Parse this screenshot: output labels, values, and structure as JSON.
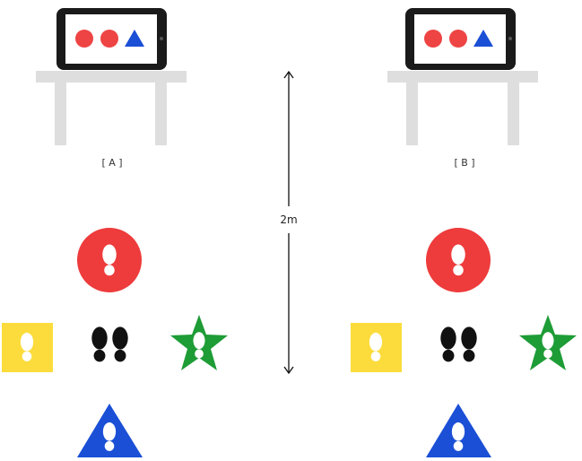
{
  "panels": [
    {
      "label": "[ A ]",
      "tablet_shapes": [
        {
          "shape": "circle",
          "color": "#ee4444"
        },
        {
          "shape": "circle",
          "color": "#ee4444"
        },
        {
          "shape": "triangle",
          "color": "#1a4fd6"
        }
      ],
      "floor_markers": {
        "front": {
          "shape": "circle",
          "color": "#ee3b3b",
          "icon": "footprint-icon"
        },
        "left": {
          "shape": "square",
          "color": "#fbdc3c",
          "icon": "footprint-icon"
        },
        "center": {
          "shape": "feet",
          "color": "#111111",
          "icon": "feet-icon"
        },
        "right": {
          "shape": "star",
          "color": "#1e9c36",
          "icon": "footprint-icon"
        },
        "back": {
          "shape": "triangle",
          "color": "#1a4fd6",
          "icon": "footprint-icon"
        }
      }
    },
    {
      "label": "[ B ]",
      "tablet_shapes": [
        {
          "shape": "circle",
          "color": "#ee4444"
        },
        {
          "shape": "circle",
          "color": "#ee4444"
        },
        {
          "shape": "triangle",
          "color": "#1a4fd6"
        }
      ],
      "floor_markers": {
        "front": {
          "shape": "circle",
          "color": "#ee3b3b",
          "icon": "footprint-icon"
        },
        "left": {
          "shape": "square",
          "color": "#fbdc3c",
          "icon": "footprint-icon"
        },
        "center": {
          "shape": "feet",
          "color": "#111111",
          "icon": "feet-icon"
        },
        "right": {
          "shape": "star",
          "color": "#1e9c36",
          "icon": "footprint-icon"
        },
        "back": {
          "shape": "triangle",
          "color": "#1a4fd6",
          "icon": "footprint-icon"
        }
      }
    }
  ],
  "distance": {
    "label": "2m"
  },
  "colors": {
    "table": "#dedede",
    "tablet_frame": "#1a1a1a",
    "arrow": "#111111"
  }
}
